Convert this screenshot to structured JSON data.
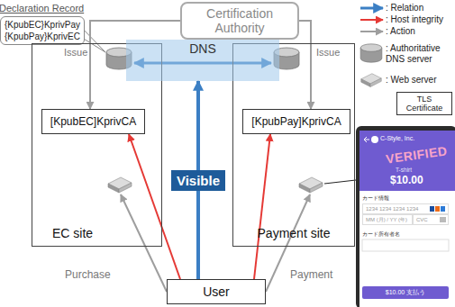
{
  "diagram": {
    "nodes": [
      {
        "text": [
          "Certification Authority"
        ]
      },
      {
        "text": [
          "Declaration Record",
          "{KpubEC}KprivPay",
          "{KpubPay}KprivEC"
        ]
      },
      {
        "text": [
          "EC site"
        ]
      },
      {
        "text": [
          "[KpubEC]KprivCA"
        ],
        "in": 2
      },
      {
        "text": [
          "Payment site"
        ]
      },
      {
        "text": [
          "[KpubPay]KprivCA"
        ],
        "in": 4
      },
      {
        "text": [
          "DNS"
        ]
      },
      {
        "text": [
          "User"
        ]
      },
      {
        "text": [
          "C-Style, Inc.",
          "T-shirt",
          "$10.00",
          "カード情報",
          "カード所有者名"
        ]
      },
      {
        "text": [
          "1234 1234 1234 1234"
        ],
        "in": 8
      },
      {
        "text": [
          "MM (月) / YY (年)"
        ],
        "in": 8
      },
      {
        "text": [
          "CVC"
        ],
        "in": 8
      },
      {
        "text": [
          "$10.00 支払う"
        ],
        "in": 8
      }
    ],
    "edges": [
      {
        "from": 0,
        "to": 3,
        "arrow": "to",
        "label": "Issue"
      },
      {
        "from": 0,
        "to": 5,
        "arrow": "to",
        "label": "Issue"
      },
      {
        "from": 7,
        "to": 6,
        "arrow": "to",
        "label": "Visible"
      },
      {
        "from": 7,
        "to": 3,
        "arrow": "to"
      },
      {
        "from": 7,
        "to": 5,
        "arrow": "to"
      }
    ],
    "labels": [
      "Purchase",
      "Payment",
      "VERIFIED"
    ],
    "legend": [
      {
        "text": ": Relation"
      },
      {
        "text": ": Host integrity"
      },
      {
        "text": ": Action"
      },
      {
        "text": ": Authoritative DNS server"
      },
      {
        "text": ": Web server"
      },
      {
        "text": "TLS Certificate"
      }
    ]
  }
}
